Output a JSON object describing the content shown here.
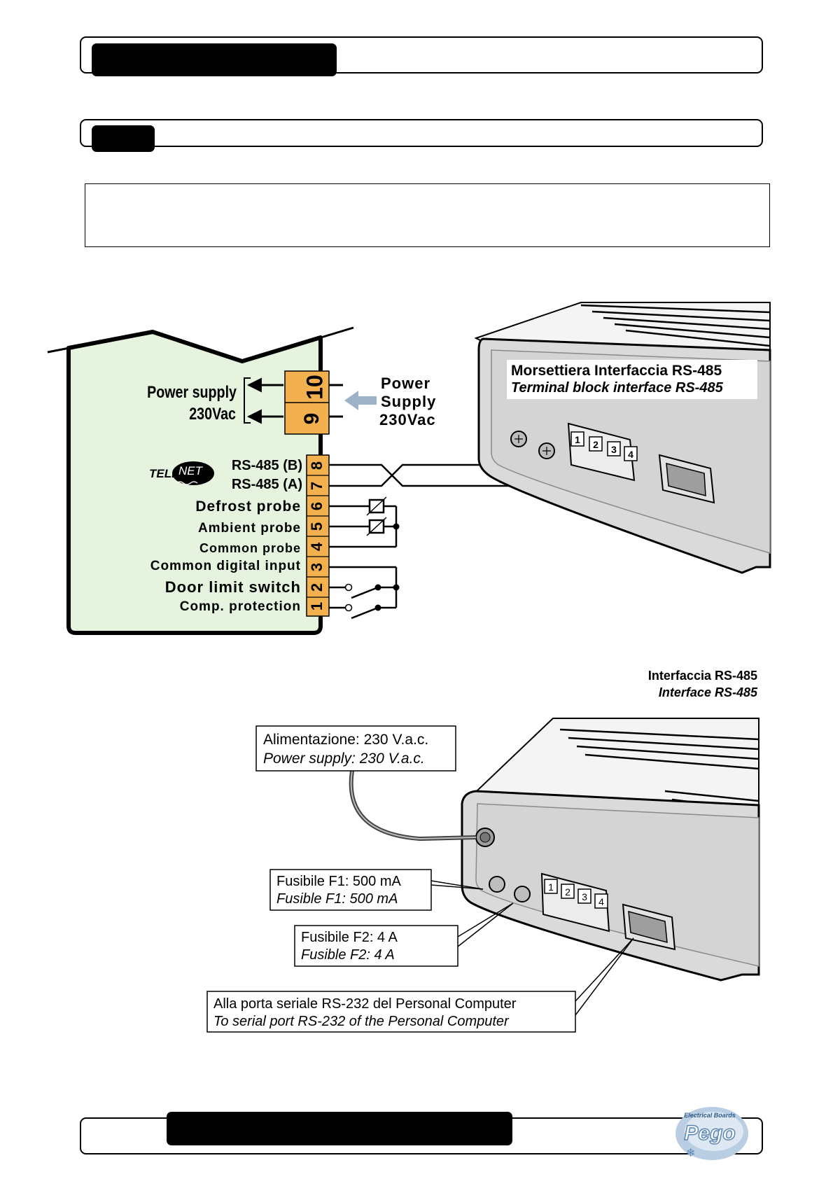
{
  "header": {
    "title": ""
  },
  "section": {
    "tab": ""
  },
  "note": {
    "text": ""
  },
  "footer": {
    "title": ""
  },
  "colors": {
    "panel_fill": "#e6f3df",
    "terminal_fill": "#f2b04e",
    "arrow_gray": "#9fb3c8",
    "device_face": "#dadada",
    "device_dark": "#9e9e9e",
    "logo_blue": "#5b86b4"
  },
  "wiring": {
    "power_label_left": [
      "Power supply",
      "230Vac"
    ],
    "power_label_right": [
      "Power",
      "Supply",
      "230Vac"
    ],
    "telenet_logo": [
      "TELE",
      "NET"
    ],
    "terminals": [
      {
        "number": "10",
        "label": ""
      },
      {
        "number": "9",
        "label": ""
      },
      {
        "number": "8",
        "label": "RS-485 (B)"
      },
      {
        "number": "7",
        "label": "RS-485 (A)"
      },
      {
        "number": "6",
        "label": "Defrost probe"
      },
      {
        "number": "5",
        "label": "Ambient probe"
      },
      {
        "number": "4",
        "label": "Common probe"
      },
      {
        "number": "3",
        "label": "Common digital input"
      },
      {
        "number": "2",
        "label": "Door limit switch"
      },
      {
        "number": "1",
        "label": "Comp. protection"
      }
    ]
  },
  "device_top": {
    "label_it": "Morsettiera Interfaccia RS-485",
    "label_en": "Terminal block interface RS-485",
    "ports": [
      "1",
      "2",
      "3",
      "4"
    ]
  },
  "interface_caption": {
    "it": "Interfaccia RS-485",
    "en": "Interface RS-485"
  },
  "device_bottom": {
    "callouts": [
      {
        "it": "Alimentazione: 230 V.a.c.",
        "en": "Power supply: 230 V.a.c."
      },
      {
        "it": "Fusibile F1: 500 mA",
        "en": "Fusible F1: 500 mA"
      },
      {
        "it": "Fusibile F2: 4 A",
        "en": "Fusible F2: 4 A"
      },
      {
        "it": "Alla porta seriale RS-232 del Personal Computer",
        "en": "To serial port RS-232 of the Personal Computer"
      }
    ],
    "ports": [
      "1",
      "2",
      "3",
      "4"
    ]
  },
  "logo": {
    "brand": "Pego",
    "tagline": "Electrical Boards"
  }
}
